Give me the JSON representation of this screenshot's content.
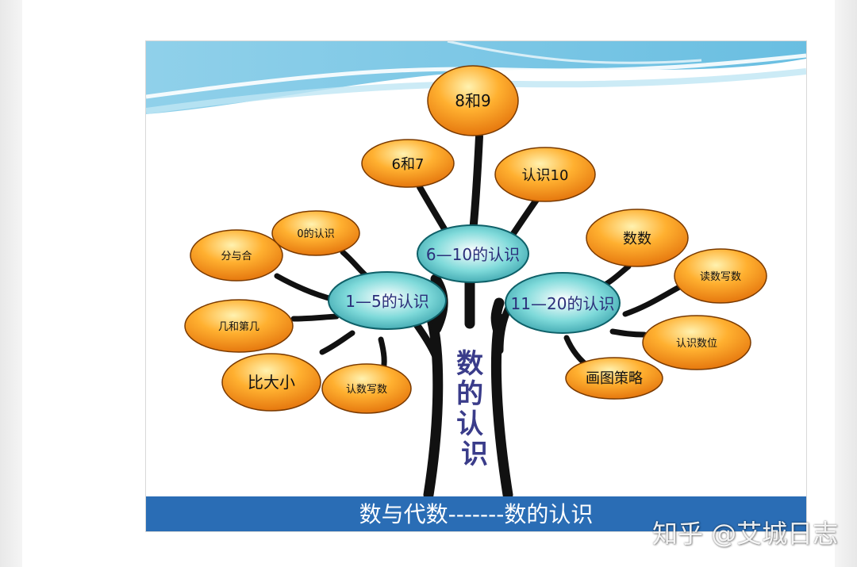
{
  "diagram": {
    "trunk_title": "数的认识",
    "bottom_banner": "数与代数-------数的认识",
    "hubs": [
      {
        "id": "hub-6-10",
        "label": "6—10的认识"
      },
      {
        "id": "hub-1-5",
        "label": "1—5的认识"
      },
      {
        "id": "hub-11-20",
        "label": "11—20的认识"
      }
    ],
    "leaves": [
      {
        "id": "leaf-8-and-9",
        "label": "8和9",
        "hub": "hub-6-10"
      },
      {
        "id": "leaf-6-and-7",
        "label": "6和7",
        "hub": "hub-6-10"
      },
      {
        "id": "leaf-know-10",
        "label": "认识10",
        "hub": "hub-6-10"
      },
      {
        "id": "leaf-zero",
        "label": "0的认识",
        "hub": "hub-1-5"
      },
      {
        "id": "leaf-split-combine",
        "label": "分与合",
        "hub": "hub-1-5"
      },
      {
        "id": "leaf-ordinal",
        "label": "几和第几",
        "hub": "hub-1-5"
      },
      {
        "id": "leaf-compare",
        "label": "比大小",
        "hub": "hub-1-5"
      },
      {
        "id": "leaf-read-write",
        "label": "认数写数",
        "hub": "hub-1-5"
      },
      {
        "id": "leaf-counting",
        "label": "数数",
        "hub": "hub-11-20"
      },
      {
        "id": "leaf-read-write-numbers",
        "label": "读数写数",
        "hub": "hub-11-20"
      },
      {
        "id": "leaf-place-value",
        "label": "认识数位",
        "hub": "hub-11-20"
      },
      {
        "id": "leaf-drawing-strategy",
        "label": "画图策略",
        "hub": "hub-11-20"
      }
    ]
  },
  "watermark": "知乎 @艾城日志",
  "colors": {
    "branch": "#111111",
    "leaf_light": "#fff2b0",
    "leaf_mid": "#ffb030",
    "leaf_dark": "#e2700a",
    "hub_light": "#ffffff",
    "hub_mid": "#5fd0d0",
    "hub_dark": "#1f8d9a",
    "banner": "#2a6db5",
    "banner_text": "#ffffff",
    "trunk_text": "#3a3c8a",
    "label_text": "#111111",
    "hub_text": "#2b2f7a",
    "wave": "#6cc3e4"
  }
}
